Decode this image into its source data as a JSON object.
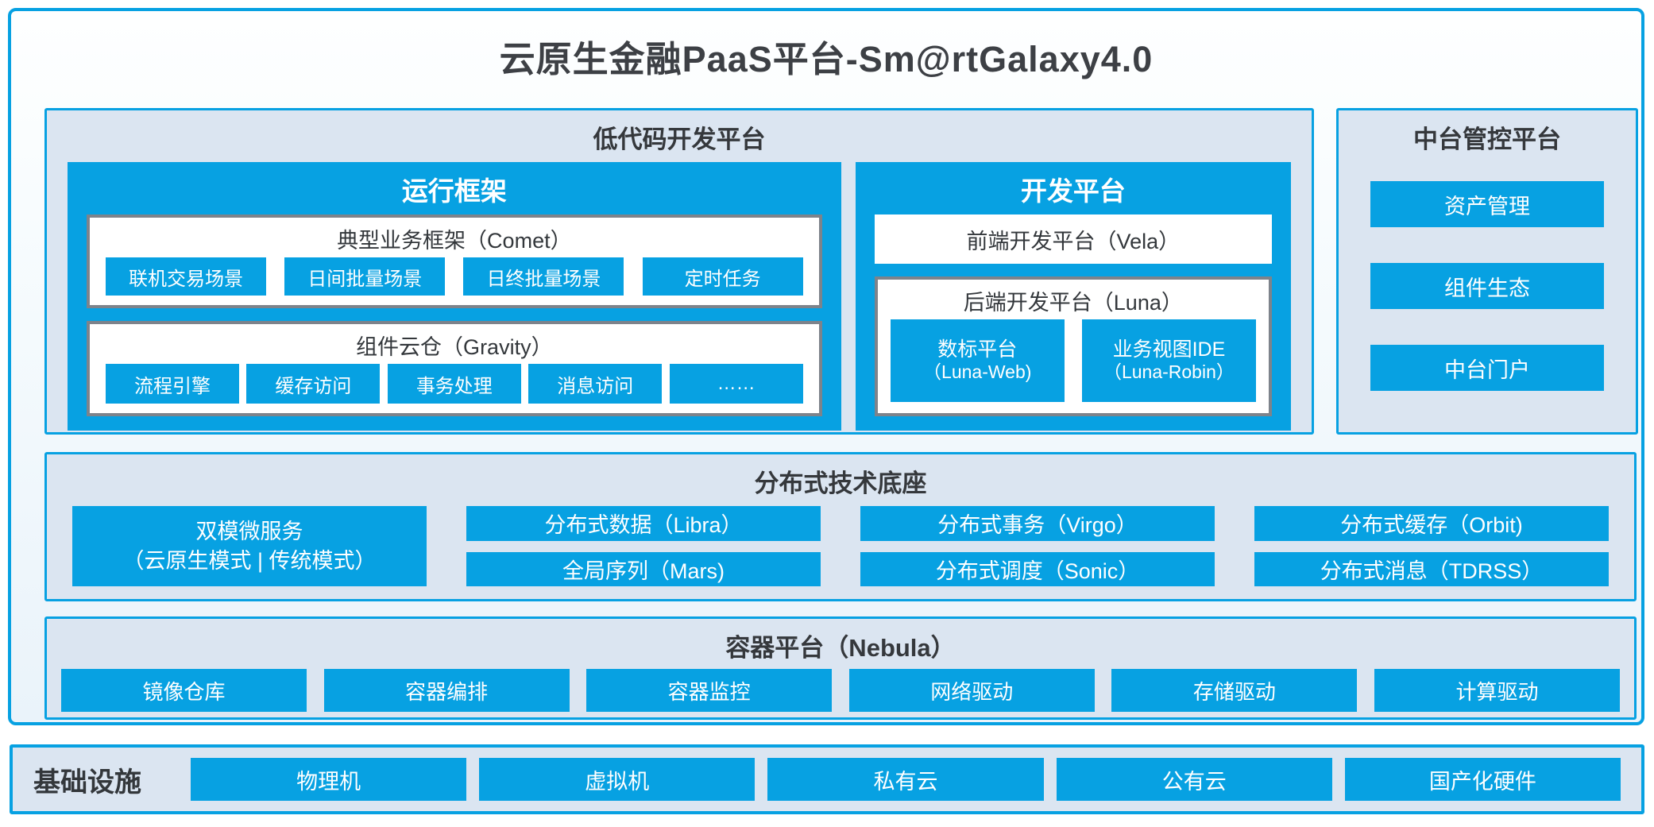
{
  "title": "云原生金融PaaS平台-Sm@rtGalaxy4.0",
  "colors": {
    "accent_blue": "#07a1e2",
    "panel_bg": "#dbe5f1",
    "gray_border": "#7d838b",
    "title_text": "#3d4045",
    "chip_text": "#ffffff"
  },
  "lowcode": {
    "title": "低代码开发平台",
    "runtime": {
      "title": "运行框架",
      "comet": {
        "title": "典型业务框架（Comet）",
        "items": [
          "联机交易场景",
          "日间批量场景",
          "日终批量场景",
          "定时任务"
        ]
      },
      "gravity": {
        "title": "组件云仓（Gravity）",
        "items": [
          "流程引擎",
          "缓存访问",
          "事务处理",
          "消息访问",
          "……"
        ]
      }
    },
    "dev": {
      "title": "开发平台",
      "vela": "前端开发平台（Vela）",
      "luna": {
        "title": "后端开发平台（Luna）",
        "items": [
          {
            "line1": "数标平台",
            "line2": "（Luna-Web)"
          },
          {
            "line1": "业务视图IDE",
            "line2": "（Luna-Robin）"
          }
        ]
      }
    }
  },
  "midplat": {
    "title": "中台管控平台",
    "items": [
      "资产管理",
      "组件生态",
      "中台门户"
    ]
  },
  "distributed": {
    "title": "分布式技术底座",
    "dual": {
      "line1": "双模微服务",
      "line2": "（云原生模式 | 传统模式）"
    },
    "row1": [
      "分布式数据（Libra）",
      "分布式事务（Virgo）",
      "分布式缓存（Orbit)"
    ],
    "row2": [
      "全局序列（Mars)",
      "分布式调度（Sonic）",
      "分布式消息（TDRSS）"
    ]
  },
  "container_platform": {
    "title": "容器平台（Nebula）",
    "items": [
      "镜像仓库",
      "容器编排",
      "容器监控",
      "网络驱动",
      "存储驱动",
      "计算驱动"
    ]
  },
  "infrastructure": {
    "label": "基础设施",
    "items": [
      "物理机",
      "虚拟机",
      "私有云",
      "公有云",
      "国产化硬件"
    ]
  }
}
